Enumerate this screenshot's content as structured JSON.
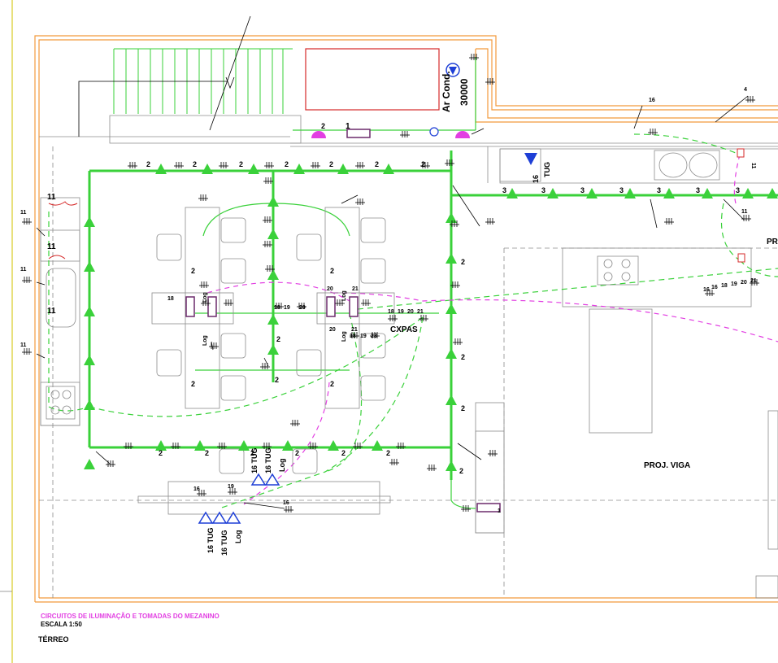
{
  "labels": {
    "ar_cond": "Ar Cond.",
    "btu": "30000",
    "cxpas": "CXPAS",
    "proj_viga": "PROJ. VIGA",
    "pr": "PR",
    "tug": "TUG",
    "tug_16": "16 TUG",
    "log": "Log"
  },
  "legend": {
    "title": "CIRCUITOS DE ILUMINAÇÃO E TOMADAS DO MEZANINO",
    "scale": "ESCALA 1:50",
    "floor": "TÉRREO"
  },
  "circuit_numbers": {
    "lighting_2": "2",
    "lighting_3": "3",
    "circuit_11": "11",
    "circuit_16": "16",
    "circuit_18": "18",
    "circuit_19": "19",
    "circuit_20": "20",
    "circuit_21": "21",
    "circuit_22": "22",
    "circuit_23": "23",
    "circuit_1": "1",
    "circuit_4": "4"
  },
  "colors": {
    "wall": "#f29a3c",
    "lighting": "#3ad13a",
    "outlet_circuit": "#e23fe2",
    "furniture": "#8c8c8c",
    "ac_unit": "#1e3fd6",
    "ac_box": "#d62a2a",
    "dark_line": "#000000"
  },
  "icons": [
    "ceiling-light-icon",
    "outlet-triangle-icon",
    "ac-unit-icon",
    "junction-box-icon",
    "switch-icon"
  ]
}
